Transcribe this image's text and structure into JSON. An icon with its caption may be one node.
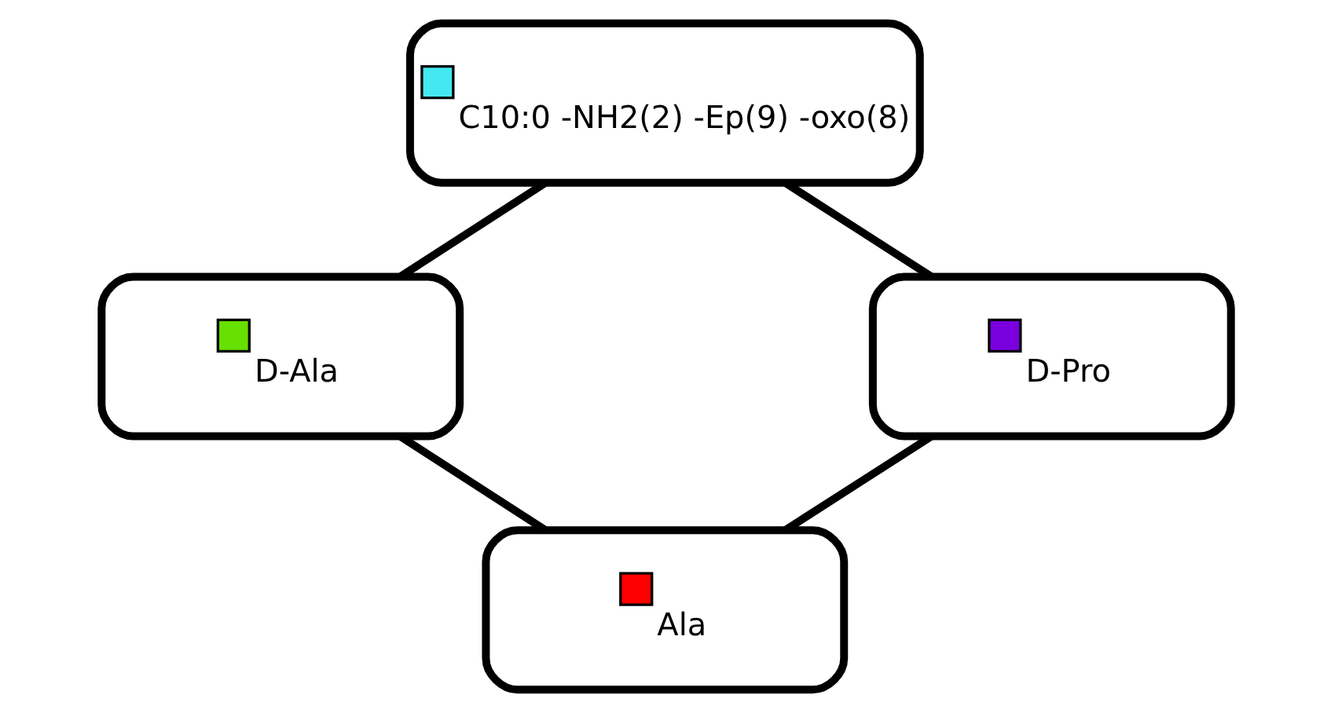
{
  "diagram": {
    "nodes": [
      {
        "text": [
          "C10:0 -NH2(2) -Ep(9) -oxo(8)"
        ]
      },
      {
        "text": [
          "D-Ala"
        ]
      },
      {
        "text": [
          "D-Pro"
        ]
      },
      {
        "text": [
          "Ala"
        ]
      }
    ],
    "edges": [
      {
        "from": 0,
        "to": 1,
        "arrow": "none"
      },
      {
        "from": 0,
        "to": 2,
        "arrow": "none"
      },
      {
        "from": 1,
        "to": 3,
        "arrow": "none"
      },
      {
        "from": 2,
        "to": 3,
        "arrow": "none"
      }
    ]
  }
}
